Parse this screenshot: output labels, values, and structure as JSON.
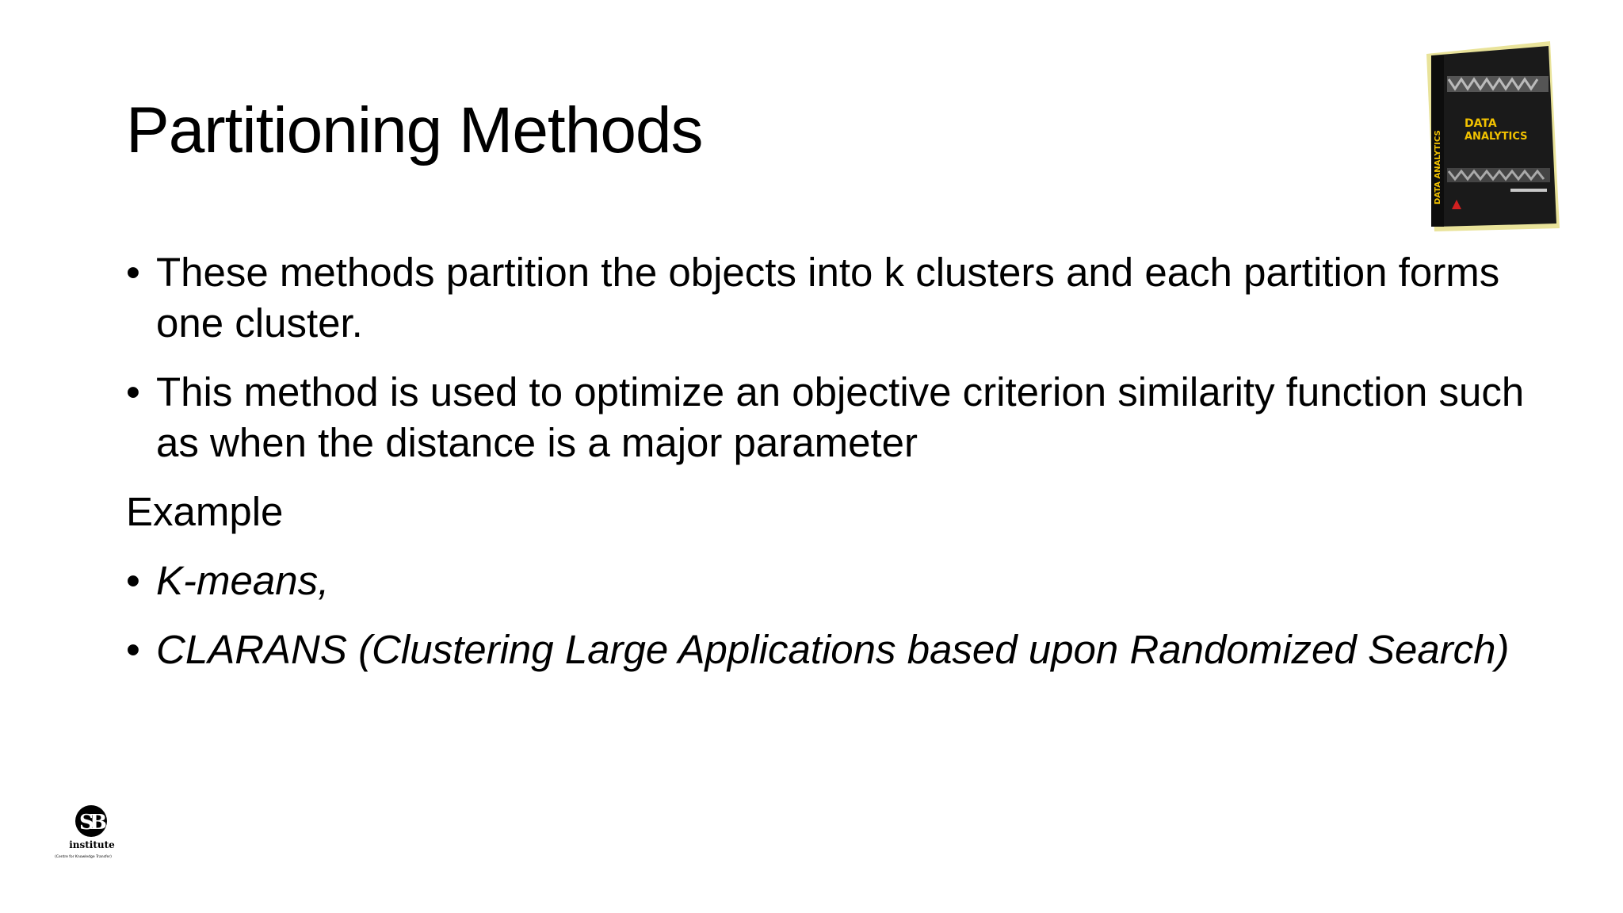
{
  "slide": {
    "title": "Partitioning Methods",
    "bullets_top": [
      "These methods partition the objects into k clusters and each partition forms one cluster.",
      "This method is used to optimize an objective criterion similarity function such as when the distance is a major parameter"
    ],
    "example_label": "Example",
    "bullets_examples": [
      "K-means,",
      "CLARANS (Clustering Large Applications based upon Randomized Search)"
    ],
    "bullet_glyph": "•"
  },
  "book": {
    "title_line1": "DATA",
    "title_line2": "ANALYTICS",
    "spine_text": "DATA ANALYTICS",
    "cover_color": "#1a1a1a",
    "accent_color": "#f2c200"
  },
  "logo": {
    "label": "institute",
    "tagline": "(Centre for Knowledge Transfer)"
  }
}
